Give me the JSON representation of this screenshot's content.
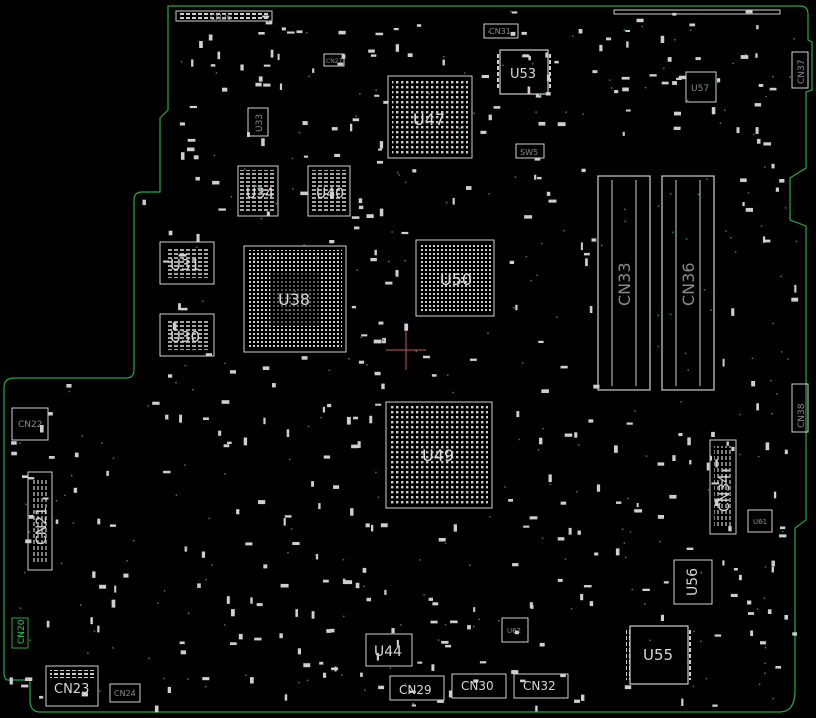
{
  "board": {
    "outline_color": "#22aa44",
    "silk_color": "#d8d8d8",
    "background": "#000000"
  },
  "labels": {
    "u47": "U47",
    "u53": "U53",
    "u57": "U57",
    "cn31": "CN31",
    "cn37": "CN37",
    "cn27": "CN27",
    "u33": "U33",
    "u34": "U34",
    "u40": "U40",
    "sw5": "SW5",
    "u31": "U31",
    "u38": "U38",
    "u30": "U30",
    "u50": "U50",
    "cn33": "CN33",
    "cn36": "CN36",
    "cn22": "CN22",
    "u49": "U49",
    "cn38": "CN38",
    "cn34": "CN34",
    "cn21": "CN21",
    "u61": "U61",
    "u56": "U56",
    "cn20": "CN20",
    "u44": "U44",
    "u62": "U62",
    "u55": "U55",
    "cn23": "CN23",
    "cn24": "CN24",
    "cn29": "CN29",
    "cn30": "CN30",
    "cn32": "CN32",
    "cn26": "CN26"
  }
}
